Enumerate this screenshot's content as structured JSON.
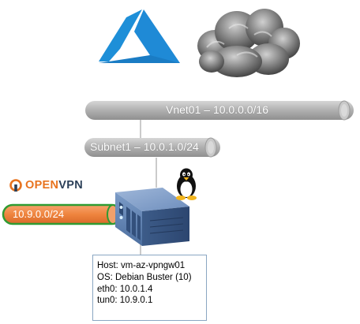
{
  "vnet": {
    "label": "Vnet01 – 10.0.0.0/16"
  },
  "subnet": {
    "label": "Subnet1 – 10.0.1.0/24"
  },
  "vpn_tunnel": {
    "label": "10.9.0.0/24"
  },
  "openvpn_logo": {
    "text_open": "OPEN",
    "text_vpn": "VPN",
    "color": "#e8731f"
  },
  "host_info": {
    "lines": [
      "Host: vm-az-vpngw01",
      "OS: Debian Buster (10)",
      "eth0: 10.0.1.4",
      "tun0: 10.9.0.1"
    ]
  },
  "icons": {
    "azure_logo": "azure-logo-icon",
    "cloud": "cloud-icon",
    "linux": "tux-icon",
    "server": "server-icon"
  },
  "colors": {
    "azure_blue": "#1e8fd8",
    "pipe_gray": "#b8b8b8",
    "vpn_orange": "#f08a46",
    "vpn_green": "#3aa63a",
    "server_blue": "#6d8fbf"
  }
}
